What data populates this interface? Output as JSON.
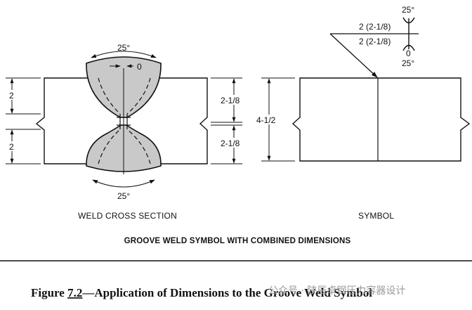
{
  "cross_section": {
    "label": "WELD CROSS SECTION",
    "top_angle": "25°",
    "bottom_angle": "25°",
    "root_opening": "0",
    "left_dim_top": "2",
    "left_dim_bottom": "2",
    "right_dim_top": "2-1/8",
    "right_dim_bottom": "2-1/8"
  },
  "symbol": {
    "label": "SYMBOL",
    "thickness": "4-1/2",
    "arrow_side_size": "2 (2-1/8)",
    "other_side_size": "2 (2-1/8)",
    "top_angle": "25°",
    "bottom_angle": "25°",
    "root_opening": "0"
  },
  "figure_title": "GROOVE WELD SYMBOL WITH COMBINED DIMENSIONS",
  "caption": {
    "prefix": "Figure ",
    "number": "7.2",
    "text": "—Application of Dimensions to the Groove Weld Symbol"
  },
  "watermark": "公众号 · 陕辰卓钢压力容器设计"
}
